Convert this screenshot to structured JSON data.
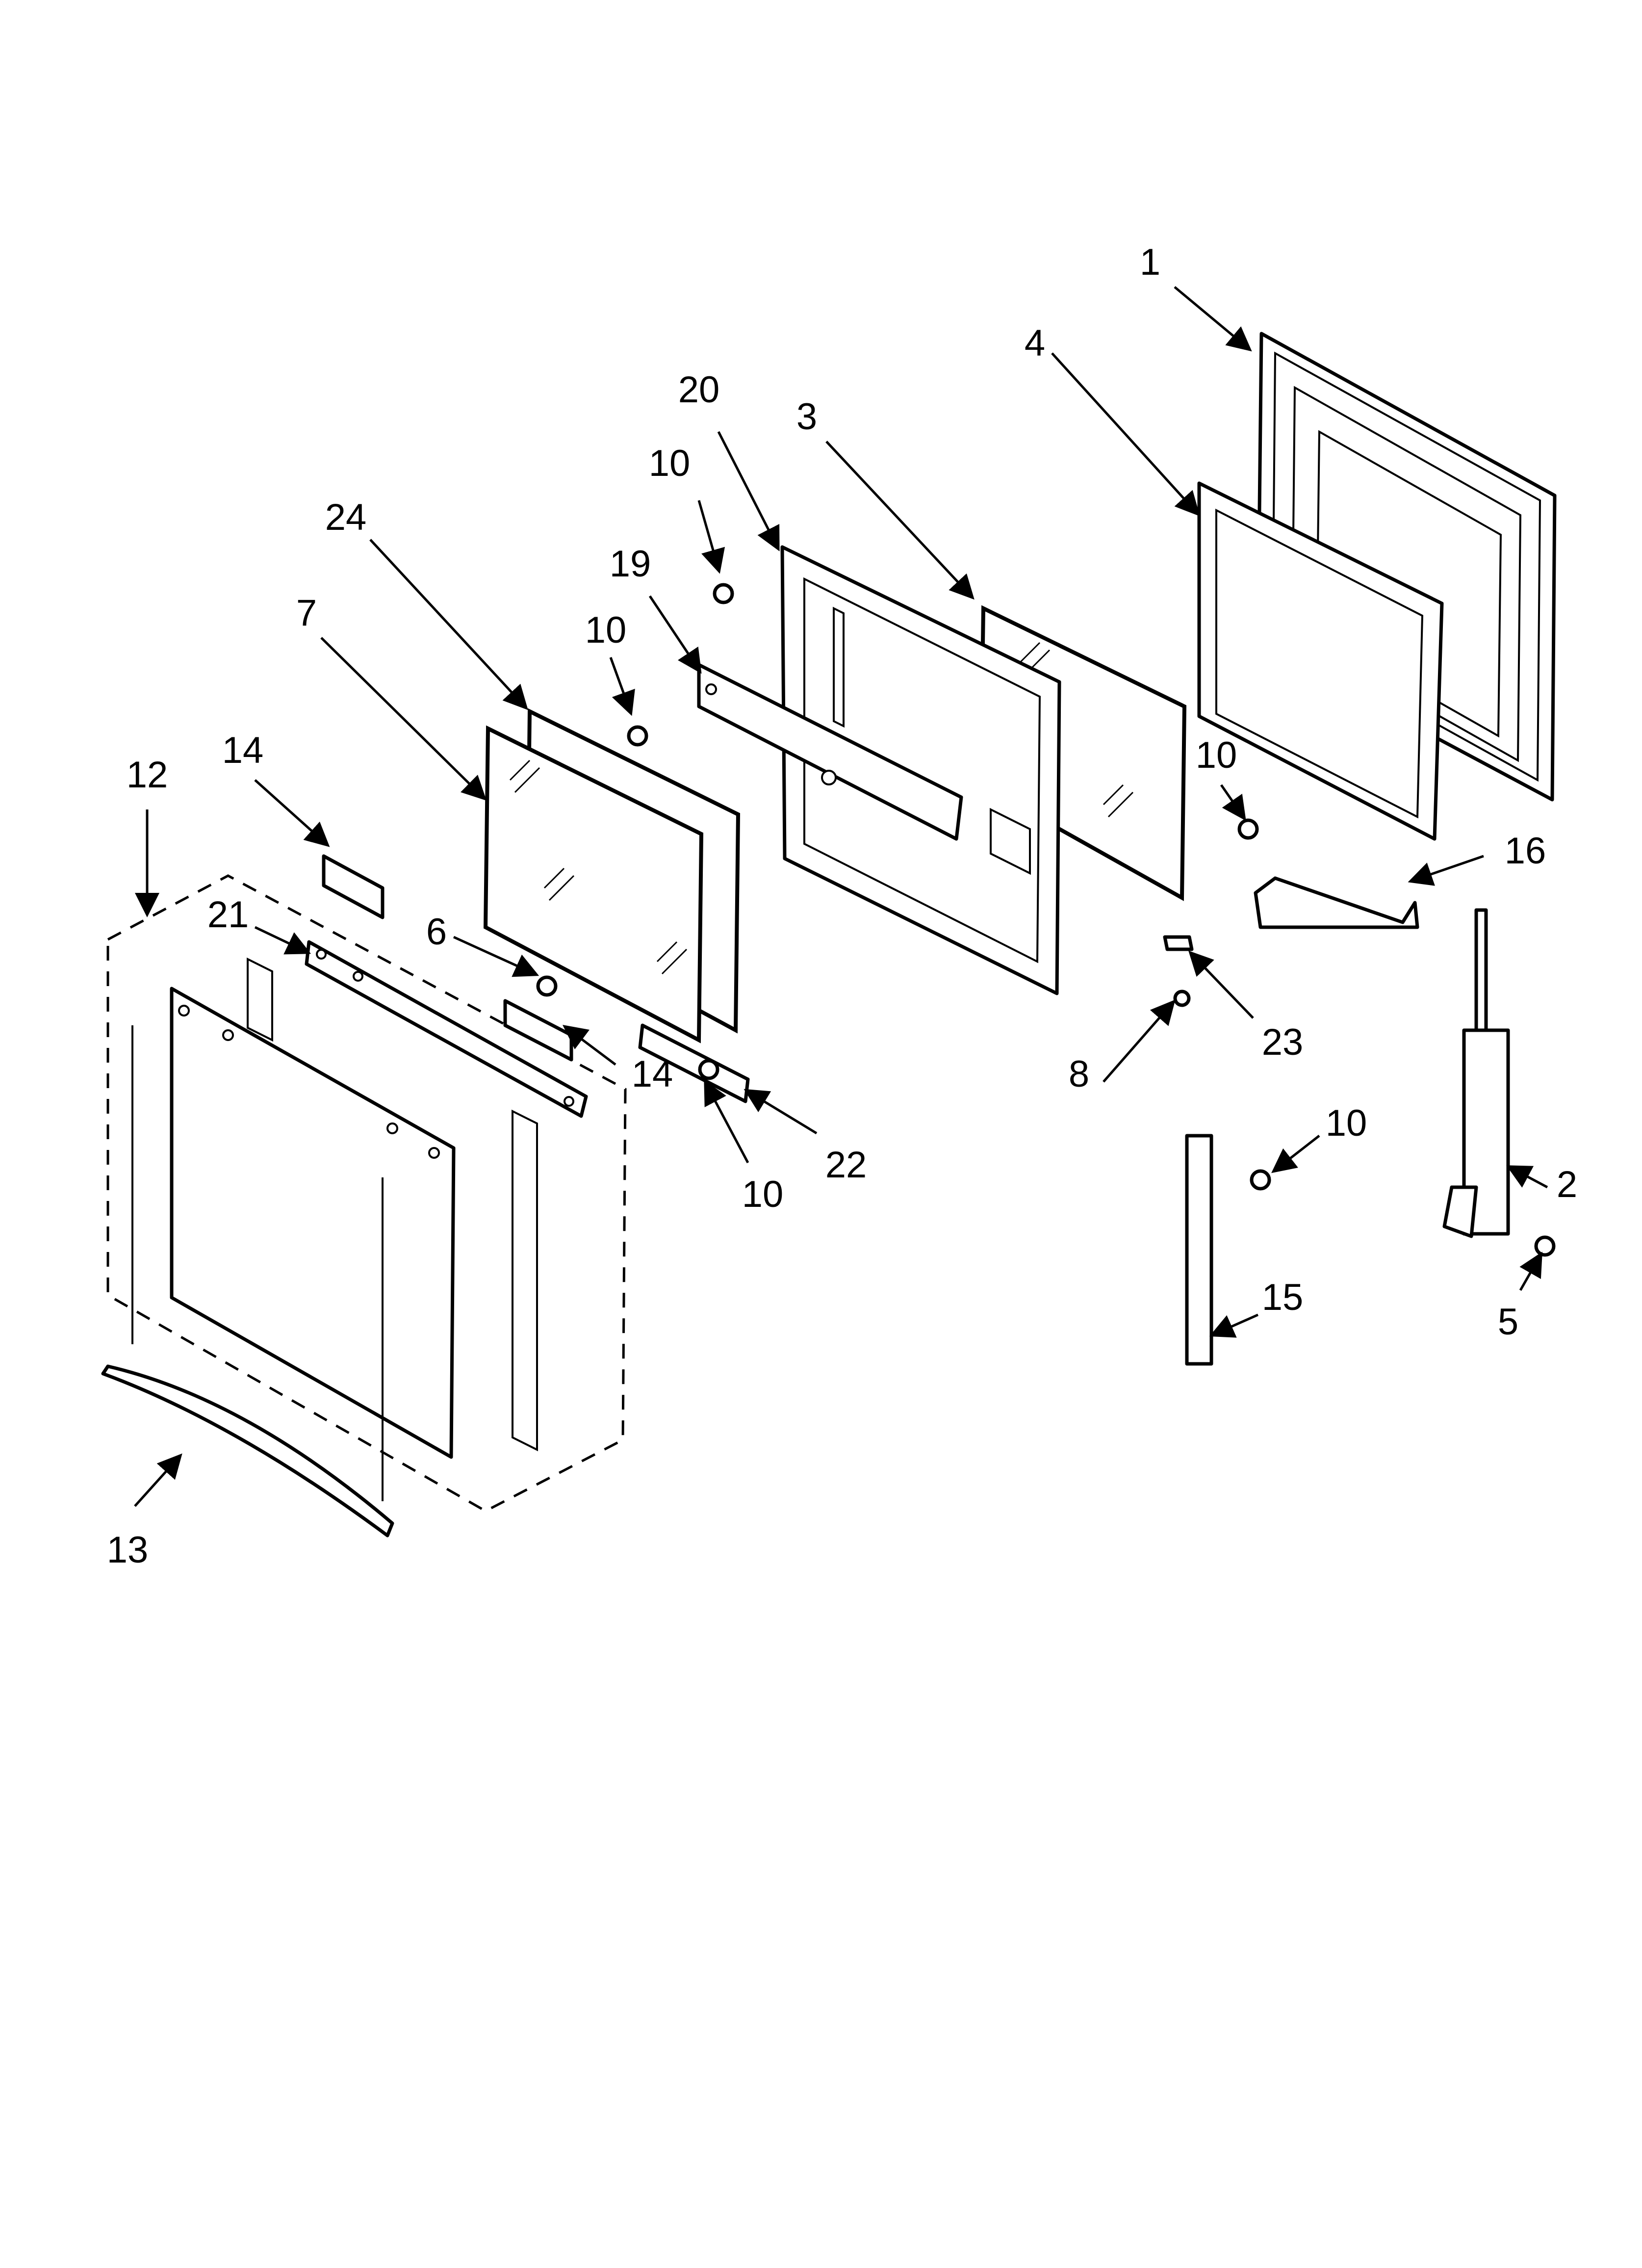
{
  "diagram": {
    "callouts": [
      "1",
      "4",
      "20",
      "3",
      "10",
      "19",
      "10",
      "24",
      "7",
      "12",
      "14",
      "21",
      "6",
      "14",
      "10",
      "22",
      "10",
      "16",
      "23",
      "8",
      "10",
      "2",
      "5",
      "15",
      "13"
    ],
    "colors": {
      "line": "#000000",
      "background": "#ffffff"
    }
  }
}
